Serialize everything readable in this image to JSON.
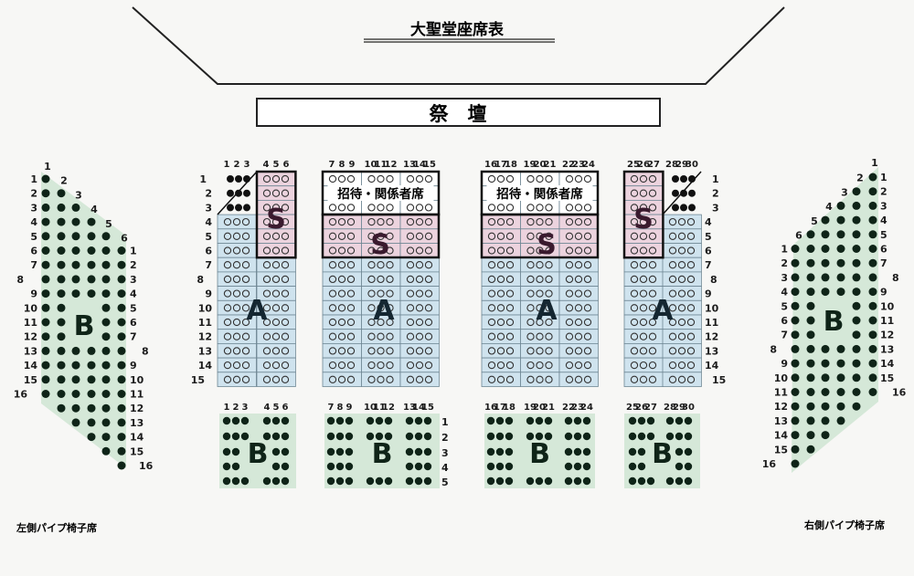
{
  "title": "大聖堂座席表",
  "altar": "祭　壇",
  "invite_label": "招待・関係者席",
  "section_labels": {
    "S": "S",
    "A": "A",
    "B": "B"
  },
  "center": {
    "blocks": [
      [
        "1",
        "2",
        "3",
        "4",
        "5",
        "6"
      ],
      [
        "7",
        "8",
        "9",
        "10",
        "11",
        "12",
        "13",
        "14",
        "15"
      ],
      [
        "16",
        "17",
        "18",
        "19",
        "20",
        "21",
        "22",
        "23",
        "24"
      ],
      [
        "25",
        "26",
        "27",
        "28",
        "29",
        "30"
      ]
    ],
    "rows": [
      "1",
      "2",
      "3",
      "4",
      "5",
      "6",
      "7",
      "8",
      "9",
      "10",
      "11",
      "12",
      "13",
      "14",
      "15"
    ]
  },
  "rear": {
    "blocks": [
      [
        "1",
        "2",
        "3",
        "4",
        "5",
        "6"
      ],
      [
        "7",
        "8",
        "9",
        "10",
        "11",
        "12",
        "13",
        "14",
        "15"
      ],
      [
        "16",
        "17",
        "18",
        "19",
        "20",
        "21",
        "22",
        "23",
        "24"
      ],
      [
        "25",
        "26",
        "27",
        "28",
        "29",
        "30"
      ]
    ],
    "rows": [
      "1",
      "2",
      "3",
      "4",
      "5"
    ]
  },
  "left_side": {
    "label": "左側パイプ椅子席",
    "column_numbers": [
      "1",
      "2",
      "3",
      "4",
      "5",
      "6"
    ],
    "outer_rows": [
      "1",
      "2",
      "3",
      "4",
      "5",
      "6",
      "7",
      "8",
      "9",
      "10",
      "11",
      "12",
      "13",
      "14",
      "15",
      "16"
    ],
    "inner_rows": [
      "1",
      "2",
      "3",
      "4",
      "5",
      "6",
      "7",
      "8",
      "9",
      "10",
      "11",
      "12",
      "13",
      "14",
      "15",
      "16"
    ]
  },
  "right_side": {
    "label": "右側パイプ椅子席",
    "column_numbers": [
      "1",
      "2",
      "3",
      "4",
      "5",
      "6"
    ],
    "outer_rows": [
      "1",
      "2",
      "3",
      "4",
      "5",
      "6",
      "7",
      "8",
      "9",
      "10",
      "11",
      "12",
      "13",
      "14",
      "15",
      "16"
    ],
    "inner_rows": [
      "1",
      "2",
      "3",
      "4",
      "5",
      "6",
      "7",
      "8",
      "9",
      "10",
      "11",
      "12",
      "13",
      "14",
      "15",
      "16"
    ]
  },
  "colors": {
    "a_zone": "#cfe3ee",
    "s_zone": "#ecd3de",
    "b_zone": "#d5e8d8",
    "seat_dot": "#0f2418"
  }
}
